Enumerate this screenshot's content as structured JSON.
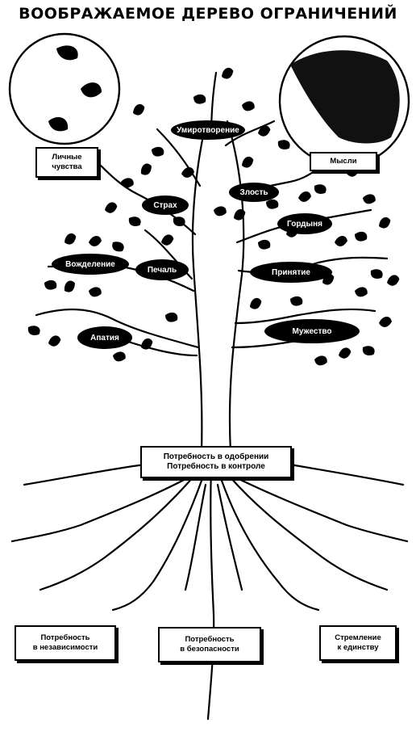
{
  "title": "ВООБРАЖАЕМОЕ ДЕРЕВО ОГРАНИЧЕНИЙ",
  "feelings_box": "Личные\nчувства",
  "thoughts_box": "Мысли",
  "emotions": {
    "pacification": "Умиротворение",
    "fear": "Страх",
    "anger": "Злость",
    "pride": "Гордыня",
    "lust": "Вожделение",
    "sadness": "Печаль",
    "acceptance": "Принятие",
    "apathy": "Апатия",
    "courage": "Мужество"
  },
  "needs_box": "Потребность в одобрении\nПотребность в контроле",
  "roots": {
    "independence": "Потребность\nв независимости",
    "security": "Потребность\nв безопасности",
    "unity": "Стремление\nк единству"
  }
}
